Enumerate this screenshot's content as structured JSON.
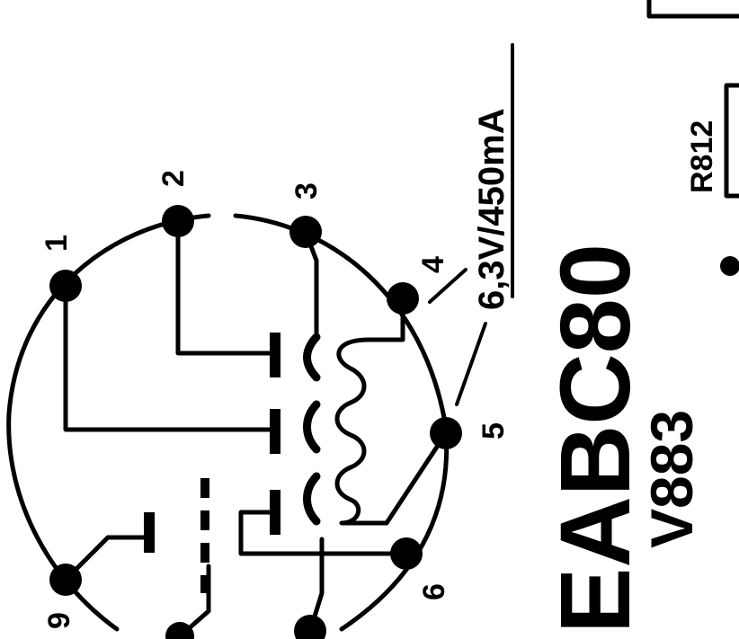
{
  "tube": {
    "type": "EABC80",
    "code": "V883",
    "heater_rating": "6,3V/450mA"
  },
  "pins": [
    "1",
    "2",
    "3",
    "4",
    "5",
    "6",
    "9"
  ],
  "component_ref": "R812"
}
